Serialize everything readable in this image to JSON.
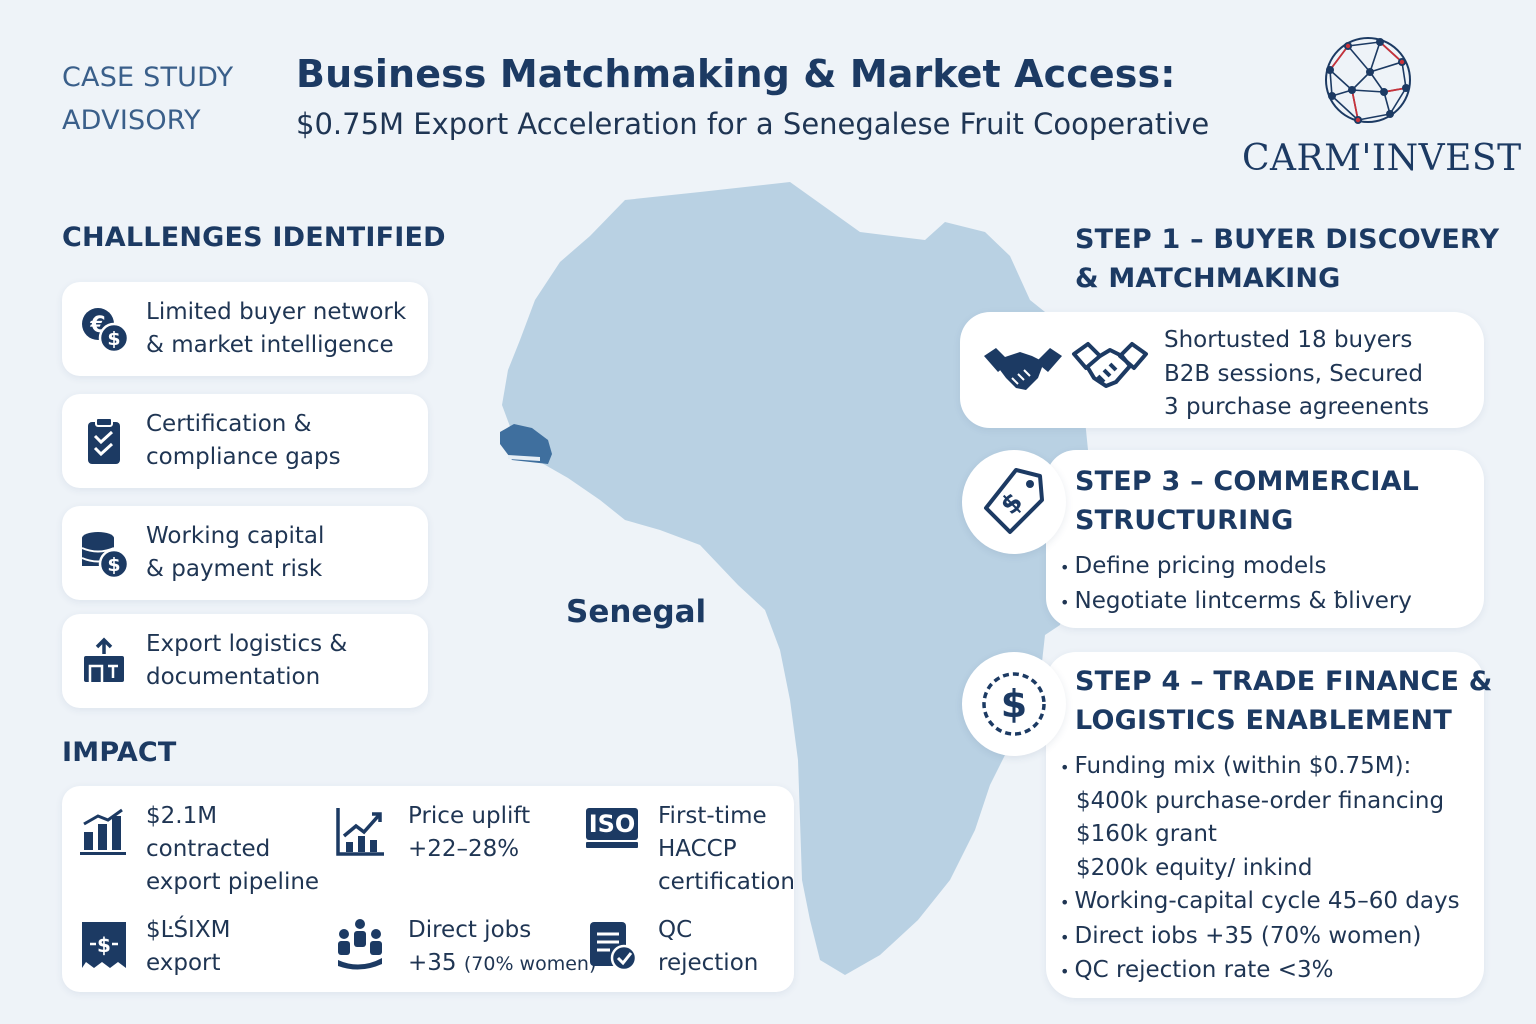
{
  "header": {
    "tag_line1": "CASE STUDY",
    "tag_line2": "ADVISORY",
    "title": "Business Matchmaking & Market Access:",
    "subtitle": "$0.75M Export Acceleration for a Senegalese Fruit Cooperative",
    "logo_text": "CARM'INVEST"
  },
  "map": {
    "country_label": "Senegal"
  },
  "challenges": {
    "heading": "CHALLENGES IDENTIFIED",
    "items": [
      {
        "icon": "currency-coins-icon",
        "line1": "Limited buyer network",
        "line2": "& market intelligence"
      },
      {
        "icon": "clipboard-check-icon",
        "line1": "Certification &",
        "line2": "compliance gaps"
      },
      {
        "icon": "coin-stack-icon",
        "line1": "Working capital",
        "line2": "& payment risk"
      },
      {
        "icon": "logistics-box-icon",
        "line1": "Export logistics &",
        "line2": "documentation"
      }
    ]
  },
  "impact": {
    "heading": "IMPACT",
    "items": [
      {
        "icon": "bar-chart-icon",
        "lines": [
          "$2.1M",
          "contracted",
          "export pipeline"
        ]
      },
      {
        "icon": "trend-up-chart-icon",
        "lines": [
          "Price uplift",
          "+22–28%"
        ]
      },
      {
        "icon": "iso-badge-icon",
        "badge_text": "ISO",
        "lines": [
          "First-time",
          "HACCP",
          "certification"
        ]
      },
      {
        "icon": "export-document-icon",
        "lines": [
          "$ĿŚIXM",
          "export"
        ]
      },
      {
        "icon": "people-jobs-icon",
        "lines": [
          "Direct jobs",
          "+35"
        ],
        "note": "(70% women)"
      },
      {
        "icon": "qc-checklist-icon",
        "lines": [
          "QC",
          "rejection"
        ]
      }
    ]
  },
  "steps": {
    "step1": {
      "title_line1": "STEP 1 – BUYER DISCOVERY",
      "title_line2": "& MATCHMAKING",
      "lines": [
        "Shortusted 18 buyers",
        "B2B sessions, Secured",
        "3 purchase agreenents"
      ]
    },
    "step3": {
      "title_line1": "STEP 3 – COMMERCIAL",
      "title_line2": "STRUCTURING",
      "bullets": [
        "Define pricing models",
        "Negotiate lintcerms & ƀlivery"
      ]
    },
    "step4": {
      "title_line1": "STEP 4 – TRADE FINANCE &",
      "title_line2": "LOGISTICS ENABLEMENT",
      "funding_bullet": "Funding mix (within $0.75M):",
      "funding_lines": [
        "$400k purchase-order  financing",
        "$160k grant",
        "$200k equity/ inkind"
      ],
      "bullets": [
        "Working-capital cycle 45–60 days",
        "Direct iobs +35 (70% women)",
        "QC rejection rate <3%"
      ]
    }
  },
  "colors": {
    "navy": "#1c3a63",
    "map_fill": "#b9d1e3",
    "senegal_fill": "#3f6f9e",
    "accent_red": "#c8323a"
  }
}
